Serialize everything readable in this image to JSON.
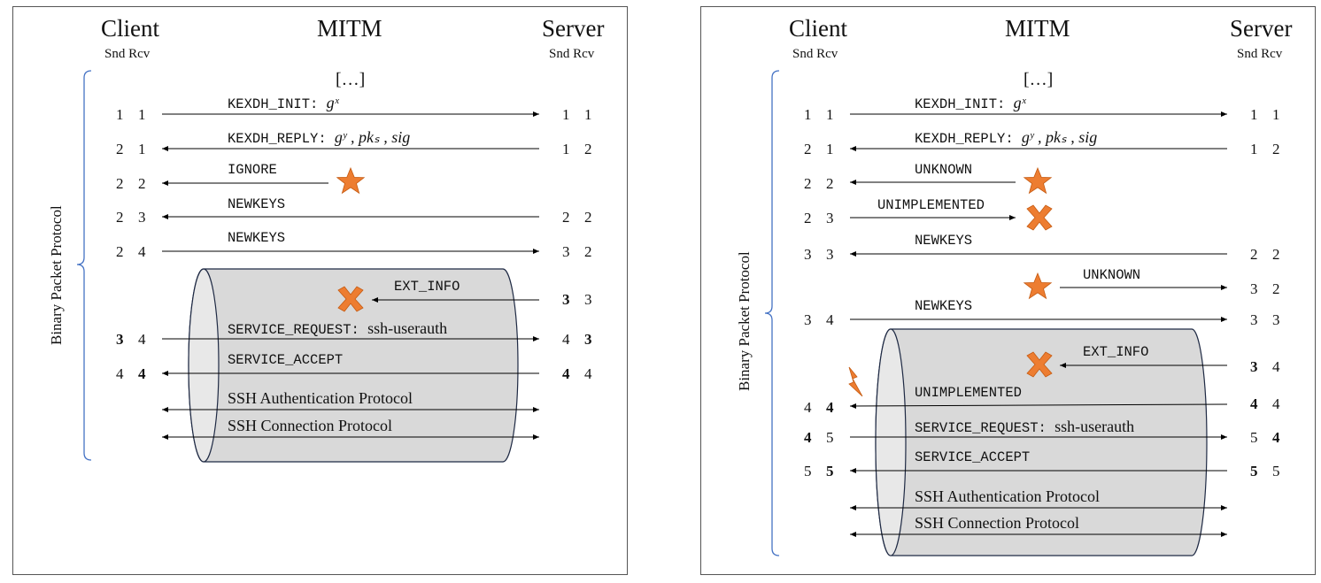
{
  "panels": [
    {
      "client_label": "Client",
      "mitm_label": "MITM",
      "server_label": "Server",
      "client_cols": "Snd Rcv",
      "server_cols": "Snd Rcv",
      "ellipsis": "[…]",
      "side_label": "Binary Packet Protocol",
      "messages": [
        {
          "label": "KEXDH_INIT: ",
          "math": "gˣ"
        },
        {
          "label": "KEXDH_REPLY: ",
          "math": "gʸ , pkₛ , sig"
        },
        {
          "label": "IGNORE"
        },
        {
          "label": "NEWKEYS"
        },
        {
          "label": "NEWKEYS"
        },
        {
          "label": "EXT_INFO"
        },
        {
          "label": "SERVICE_REQUEST: ",
          "text": "ssh-userauth"
        },
        {
          "label": "SERVICE_ACCEPT"
        },
        {
          "label": "SSH Authentication Protocol"
        },
        {
          "label": "SSH Connection Protocol"
        }
      ],
      "client_counters": [
        [
          "1",
          "1"
        ],
        [
          "2",
          "1"
        ],
        [
          "2",
          "2"
        ],
        [
          "2",
          "3"
        ],
        [
          "2",
          "4"
        ],
        [
          "3",
          "4"
        ],
        [
          "4",
          "4"
        ]
      ],
      "server_counters": [
        [
          "1",
          "1"
        ],
        [
          "1",
          "2"
        ],
        [
          "2",
          "2"
        ],
        [
          "3",
          "2"
        ],
        [
          "3",
          "3"
        ],
        [
          "4",
          "3"
        ],
        [
          "4",
          "4"
        ]
      ]
    },
    {
      "client_label": "Client",
      "mitm_label": "MITM",
      "server_label": "Server",
      "client_cols": "Snd Rcv",
      "server_cols": "Snd Rcv",
      "ellipsis": "[…]",
      "side_label": "Binary Packet Protocol",
      "messages": [
        {
          "label": "KEXDH_INIT: ",
          "math": "gˣ"
        },
        {
          "label": "KEXDH_REPLY: ",
          "math": "gʸ , pkₛ , sig"
        },
        {
          "label": "UNKNOWN"
        },
        {
          "label": "UNIMPLEMENTED"
        },
        {
          "label": "NEWKEYS"
        },
        {
          "label": "UNKNOWN"
        },
        {
          "label": "NEWKEYS"
        },
        {
          "label": "EXT_INFO"
        },
        {
          "label": "UNIMPLEMENTED"
        },
        {
          "label": "SERVICE_REQUEST: ",
          "text": "ssh-userauth"
        },
        {
          "label": "SERVICE_ACCEPT"
        },
        {
          "label": "SSH Authentication Protocol"
        },
        {
          "label": "SSH Connection Protocol"
        }
      ],
      "client_counters": [
        [
          "1",
          "1"
        ],
        [
          "2",
          "1"
        ],
        [
          "2",
          "2"
        ],
        [
          "2",
          "3"
        ],
        [
          "3",
          "3"
        ],
        [
          "3",
          "4"
        ],
        [
          "4",
          "4"
        ],
        [
          "4",
          "5"
        ],
        [
          "5",
          "5"
        ]
      ],
      "server_counters": [
        [
          "1",
          "1"
        ],
        [
          "1",
          "2"
        ],
        [
          "2",
          "2"
        ],
        [
          "3",
          "2"
        ],
        [
          "3",
          "3"
        ],
        [
          "3",
          "4"
        ],
        [
          "4",
          "4"
        ],
        [
          "5",
          "4"
        ],
        [
          "5",
          "5"
        ]
      ]
    }
  ],
  "colors": {
    "marker": "#ed7d31",
    "pipe_fill": "#d9d9d9",
    "brace": "#4472c4"
  },
  "icons": {
    "star": "star-icon",
    "cross": "cross-icon",
    "bolt": "lightning-icon"
  }
}
